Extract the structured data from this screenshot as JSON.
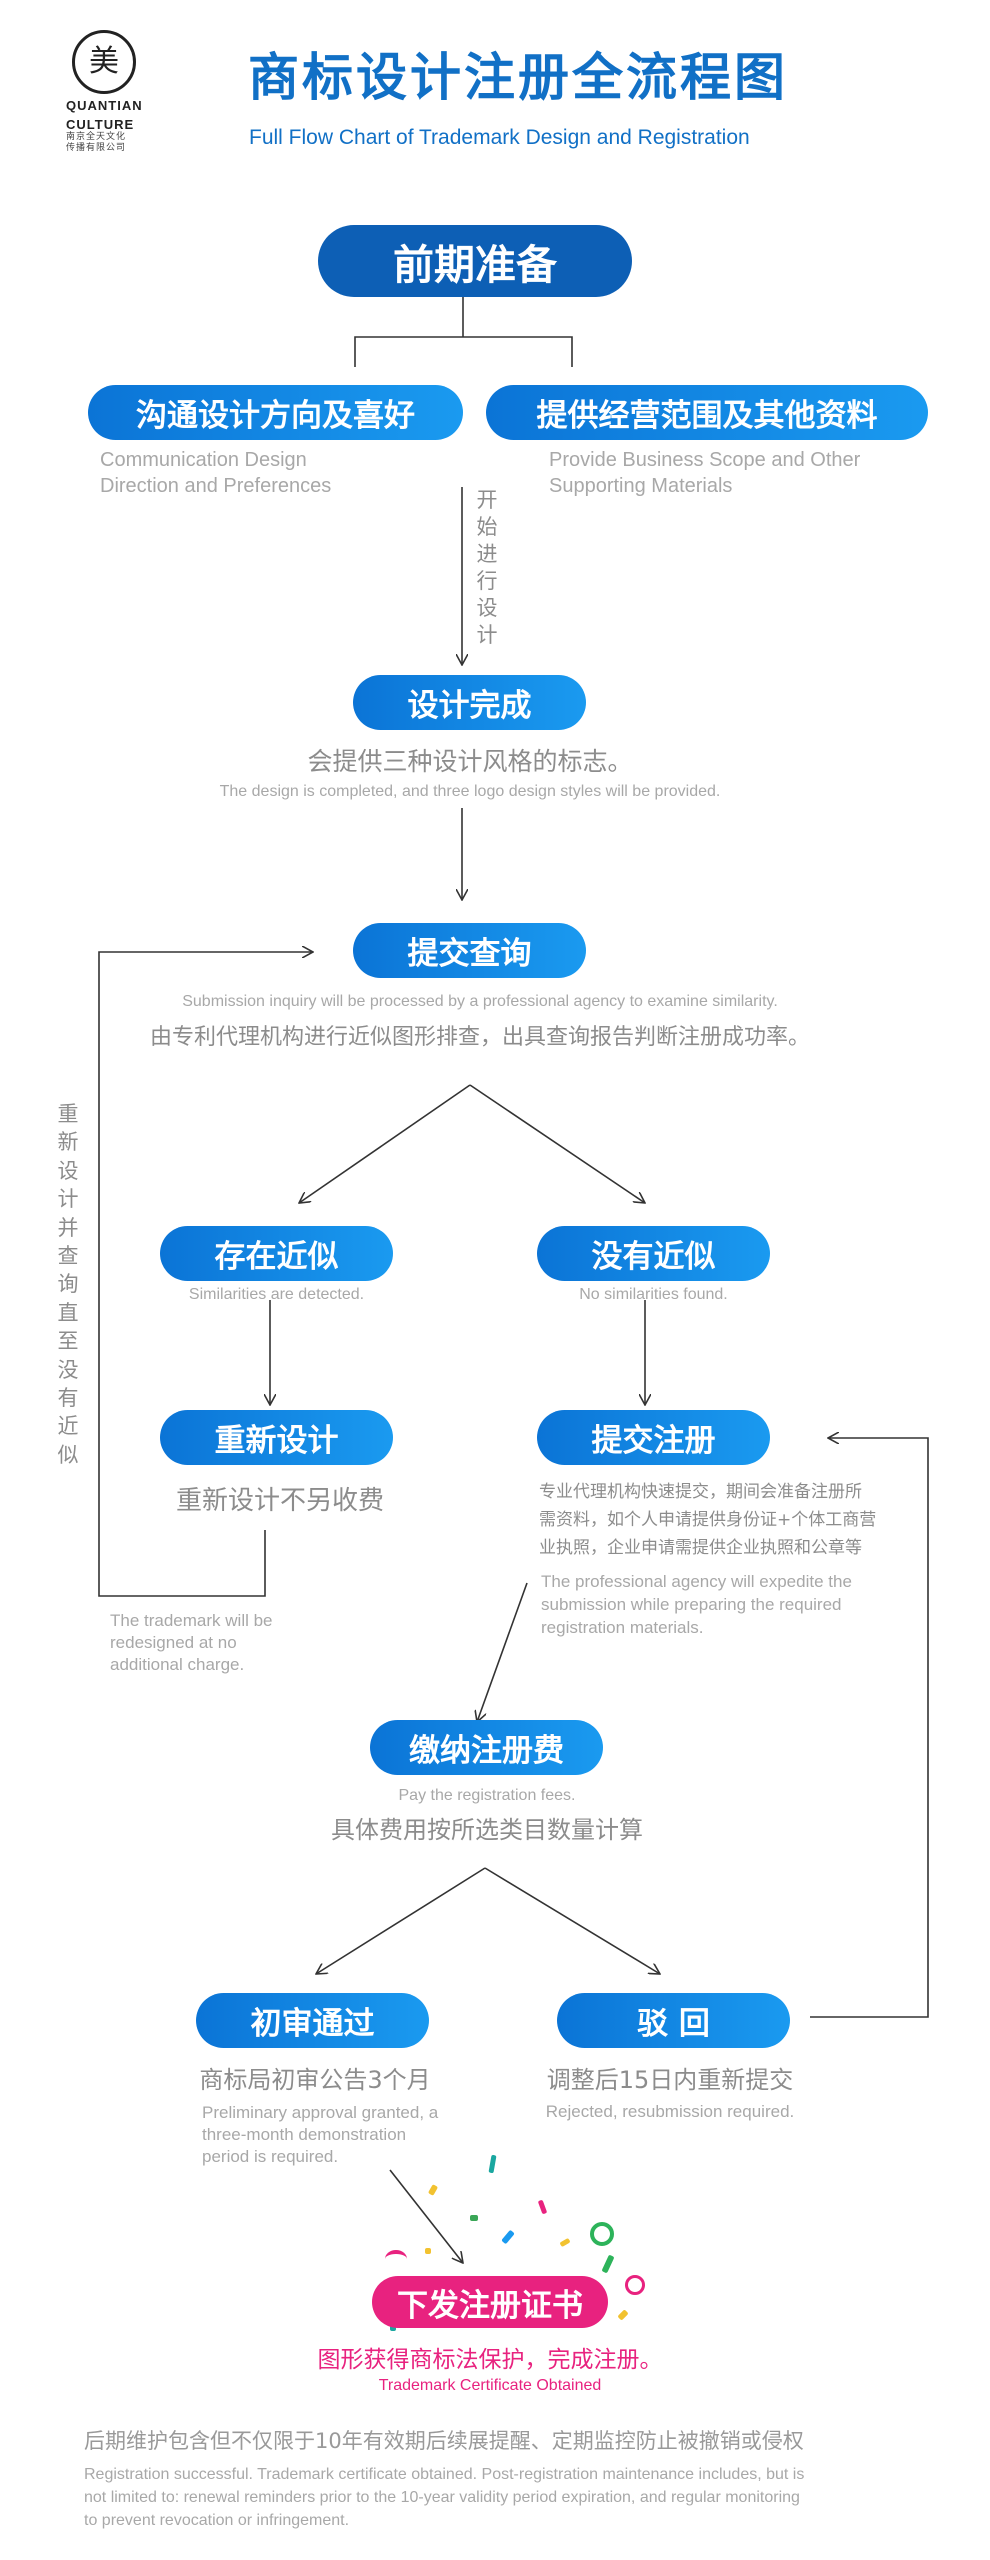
{
  "header": {
    "logo_glyph": "美",
    "logo_en_1": "QUANTIAN",
    "logo_en_2": "CULTURE",
    "logo_cn_1": "南京全天文化",
    "logo_cn_2": "传播有限公司",
    "title_cn": "商标设计注册全流程图",
    "title_en": "Full Flow Chart of Trademark Design and Registration"
  },
  "colors": {
    "primary": "#1170c6",
    "pill_blue": "#1a8be6",
    "pill_dark": "#0d5fb5",
    "pink": "#e8227f",
    "text_gray": "#8c8c8c"
  },
  "flow": {
    "prep": {
      "label": "前期准备"
    },
    "communicate": {
      "label": "沟通设计方向及喜好",
      "en_1": "Communication Design",
      "en_2": "Direction and Preferences"
    },
    "provide": {
      "label": "提供经营范围及其他资料",
      "en_1": "Provide Business Scope and Other",
      "en_2": "Supporting Materials"
    },
    "start_design_vertical": [
      "开",
      "始",
      "进",
      "行",
      "设",
      "计"
    ],
    "design_done": {
      "label": "设计完成",
      "cn": "会提供三种设计风格的标志。",
      "en": "The design is completed, and three logo design styles will be provided."
    },
    "submit_query": {
      "label": "提交查询",
      "en": "Submission inquiry will be processed by a professional agency to examine similarity.",
      "cn": "由专利代理机构进行近似图形排查，出具查询报告判断注册成功率。"
    },
    "redesign_vertical": [
      "重",
      "新",
      "设",
      "计",
      "并",
      "查",
      "询",
      "直",
      "至",
      "没",
      "有",
      "近",
      "似"
    ],
    "similar": {
      "label": "存在近似",
      "en": "Similarities are detected."
    },
    "not_similar": {
      "label": "没有近似",
      "en": "No similarities found."
    },
    "redesign": {
      "label": "重新设计",
      "cn": "重新设计不另收费",
      "en_1": "The trademark will be",
      "en_2": "redesigned at no",
      "en_3": "additional charge."
    },
    "submit_reg": {
      "label": "提交注册",
      "cn_1": "专业代理机构快速提交，期间会准备注册所",
      "cn_2": "需资料，如个人申请提供身份证+个体工商营",
      "cn_3": "业执照，企业申请需提供企业执照和公章等",
      "en_1": "The professional agency will expedite the",
      "en_2": "submission while preparing the required",
      "en_3": "registration materials."
    },
    "pay": {
      "label": "缴纳注册费",
      "en": "Pay the registration fees.",
      "cn": "具体费用按所选类目数量计算"
    },
    "approved": {
      "label": "初审通过",
      "cn": "商标局初审公告3个月",
      "en_1": "Preliminary approval granted, a",
      "en_2": "three-month demonstration",
      "en_3": "period is required."
    },
    "rejected": {
      "label": "驳 回",
      "cn": "调整后15日内重新提交",
      "en": "Rejected, resubmission required."
    },
    "certificate": {
      "label": "下发注册证书",
      "cn": "图形获得商标法保护，完成注册。",
      "en": "Trademark Certificate Obtained"
    }
  },
  "footer": {
    "cn": "后期维护包含但不仅限于10年有效期后续展提醒、定期监控防止被撤销或侵权",
    "en_1": "Registration successful. Trademark certificate obtained. Post-registration maintenance includes, but is",
    "en_2": "not limited to: renewal reminders prior to the 10-year validity period expiration, and regular monitoring",
    "en_3": "to prevent revocation or infringement."
  }
}
